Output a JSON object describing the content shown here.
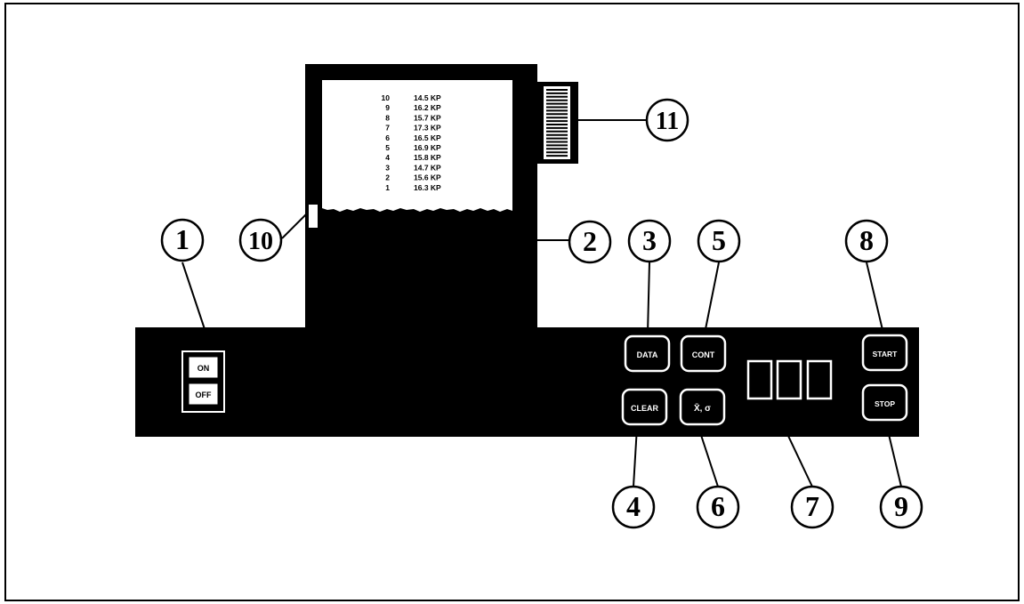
{
  "colors": {
    "panel": "#000000",
    "paper": "#ffffff",
    "line": "#000000"
  },
  "power_switch": {
    "on_label": "ON",
    "off_label": "OFF"
  },
  "buttons": {
    "data": "DATA",
    "cont": "CONT",
    "clear": "CLEAR",
    "stats": "X̄, σ",
    "start": "START",
    "stop": "STOP"
  },
  "printout": {
    "rows": [
      {
        "n": "10",
        "value": "14.5 KP"
      },
      {
        "n": "9",
        "value": "16.2 KP"
      },
      {
        "n": "8",
        "value": "15.7 KP"
      },
      {
        "n": "7",
        "value": "17.3 KP"
      },
      {
        "n": "6",
        "value": "16.5 KP"
      },
      {
        "n": "5",
        "value": "16.9 KP"
      },
      {
        "n": "4",
        "value": "15.8 KP"
      },
      {
        "n": "3",
        "value": "14.7 KP"
      },
      {
        "n": "2",
        "value": "15.6 KP"
      },
      {
        "n": "1",
        "value": "16.3 KP"
      }
    ]
  },
  "callouts": [
    "1",
    "2",
    "3",
    "4",
    "5",
    "6",
    "7",
    "8",
    "9",
    "10",
    "11"
  ]
}
